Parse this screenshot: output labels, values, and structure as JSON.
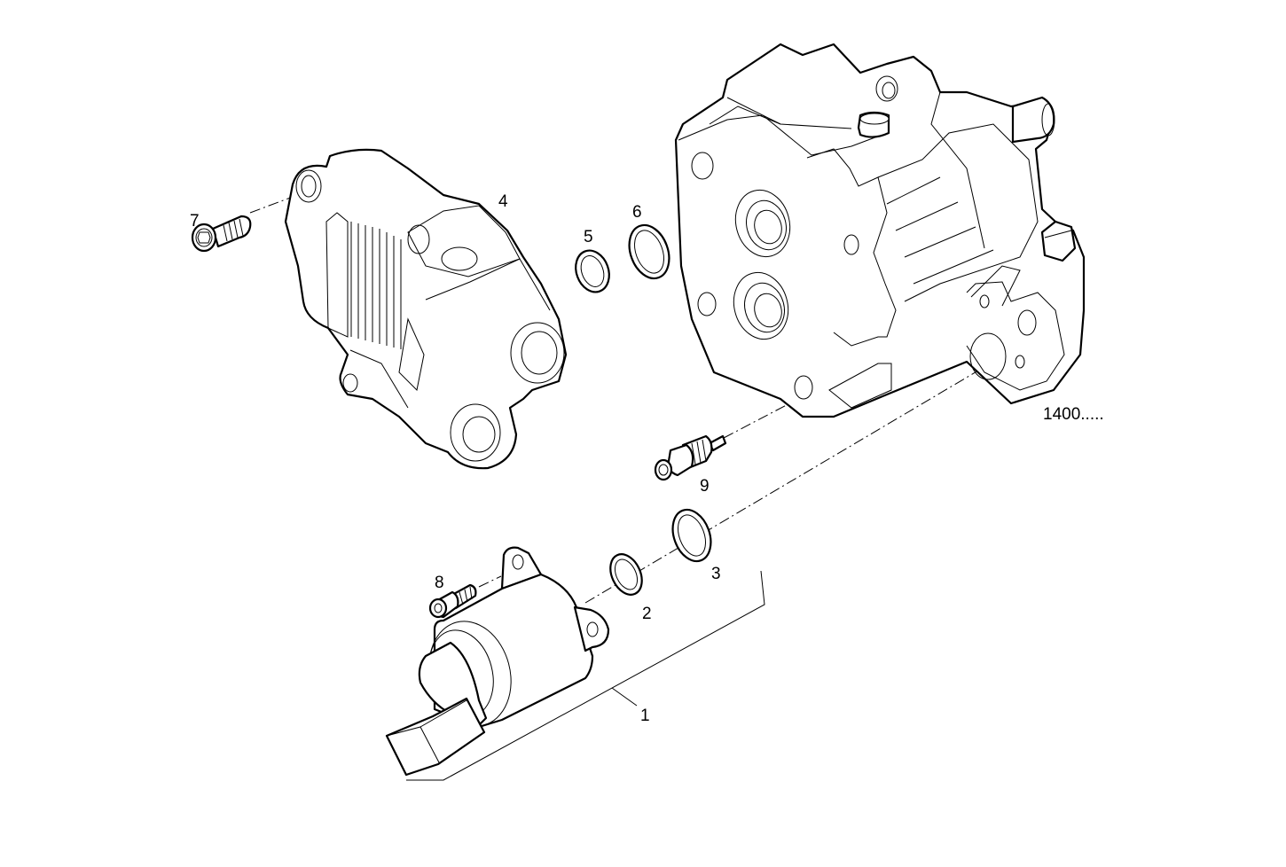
{
  "diagram": {
    "type": "exploded-view parts diagram",
    "reference_code": "1400.....",
    "callouts": [
      {
        "id": "1",
        "label": "1",
        "part": "pressure-regulator-valve-assembly"
      },
      {
        "id": "2",
        "label": "2",
        "part": "small-seal-ring"
      },
      {
        "id": "3",
        "label": "3",
        "part": "large-seal-ring"
      },
      {
        "id": "4",
        "label": "4",
        "part": "pump-housing-cover"
      },
      {
        "id": "5",
        "label": "5",
        "part": "small-o-ring"
      },
      {
        "id": "6",
        "label": "6",
        "part": "large-o-ring"
      },
      {
        "id": "7",
        "label": "7",
        "part": "torx-screw"
      },
      {
        "id": "8",
        "label": "8",
        "part": "socket-head-screw"
      },
      {
        "id": "9",
        "label": "9",
        "part": "threaded-sensor-fitting"
      }
    ],
    "colors": {
      "line": "#000000",
      "background": "#ffffff"
    }
  }
}
